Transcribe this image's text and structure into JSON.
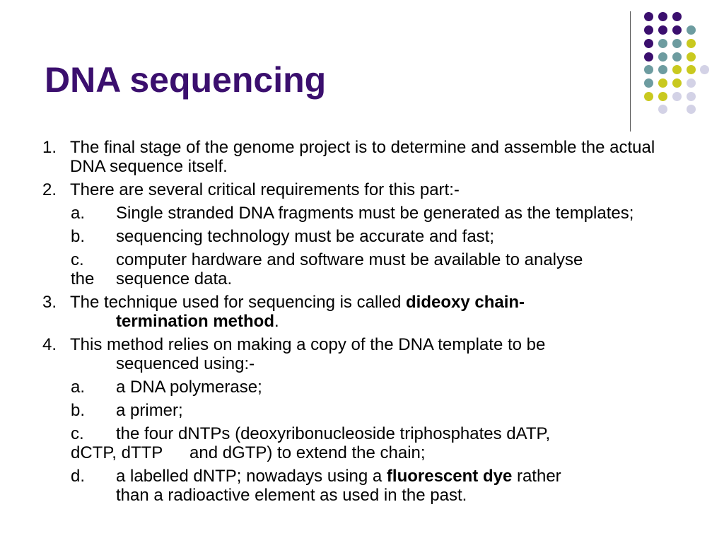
{
  "slide": {
    "title": "DNA sequencing",
    "colors": {
      "title": "#3b0f6e",
      "dark_purple": "#3b0f6e",
      "teal": "#6d9ca0",
      "yellow_green": "#c9c91f",
      "lavender": "#d3d2e6"
    }
  },
  "items": [
    {
      "marker": "1.",
      "text": "The final stage of the genome project is to determine and assemble the actual DNA sequence itself."
    },
    {
      "marker": "2.",
      "text": "There are several critical requirements for this part:-"
    },
    {
      "marker": "a.",
      "text": "Single stranded DNA fragments must be generated as the templates;"
    },
    {
      "marker": "b.",
      "text": "sequencing technology must be accurate and fast;"
    },
    {
      "marker": "c.",
      "text": "computer hardware and software must be available to analyse",
      "text2": "the",
      "text3": "sequence data."
    },
    {
      "marker": "3.",
      "text_before": "The technique used for sequencing is called ",
      "bold1": "dideoxy chain-",
      "bold2": "termination method",
      "text_after": "."
    },
    {
      "marker": "4.",
      "text1": "This method relies on making a copy of the DNA template to be",
      "text2": "sequenced using:-"
    },
    {
      "marker": "a.",
      "text": "a DNA polymerase;"
    },
    {
      "marker": "b.",
      "text": "a primer;"
    },
    {
      "marker": "c.",
      "text1": "the four dNTPs (deoxyribonucleoside triphosphates dATP,",
      "text2": "dCTP, dTTP",
      "text3": "and dGTP) to extend the chain;"
    },
    {
      "marker": "d.",
      "text_before": "a labelled dNTP; nowadays using a ",
      "bold": "fluorescent dye",
      "text_after": " rather",
      "text2": "than a radioactive element as used in the past."
    }
  ]
}
